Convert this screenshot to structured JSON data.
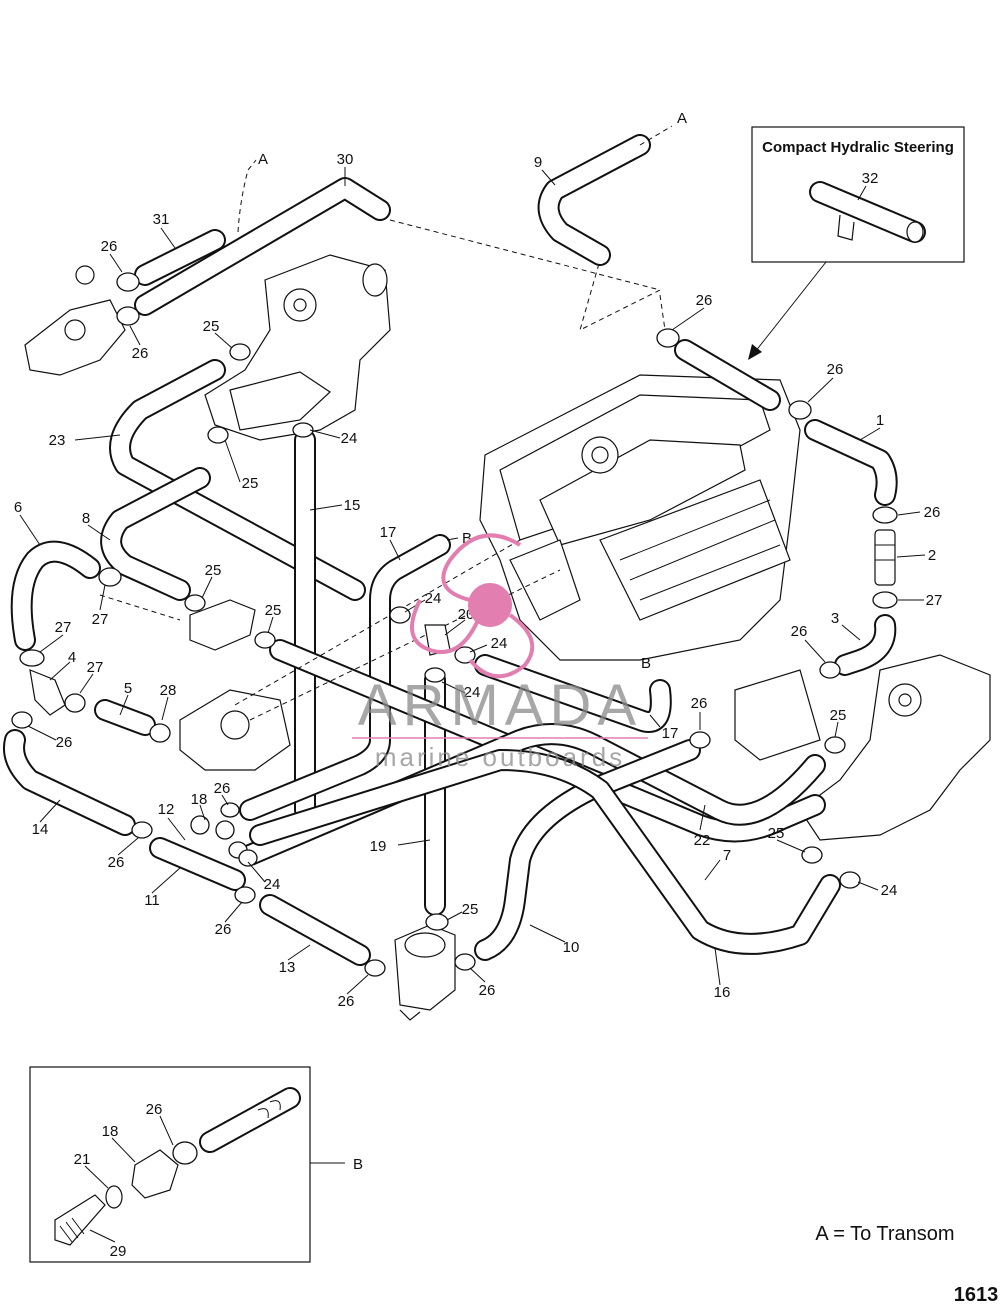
{
  "inset_compact": {
    "title": "Compact Hydralic Steering",
    "part": "32"
  },
  "inset_b": {
    "parts": [
      "26",
      "18",
      "21",
      "29"
    ],
    "ref": "B"
  },
  "legend": "A = To Transom",
  "page_number": "1613",
  "watermark": {
    "brand": "ARMADA",
    "tagline": "marine outboards",
    "colors": {
      "logo": "#e27fb0",
      "text": "#8a8a8a"
    }
  },
  "ref_letters": [
    "A",
    "A",
    "B",
    "B"
  ],
  "callouts": [
    "1",
    "2",
    "3",
    "4",
    "5",
    "6",
    "7",
    "8",
    "9",
    "10",
    "11",
    "12",
    "13",
    "14",
    "15",
    "16",
    "17",
    "17",
    "18",
    "19",
    "20",
    "22",
    "23",
    "24",
    "24",
    "24",
    "24",
    "24",
    "24",
    "25",
    "25",
    "25",
    "25",
    "25",
    "25",
    "25",
    "26",
    "26",
    "26",
    "26",
    "26",
    "26",
    "26",
    "26",
    "26",
    "26",
    "26",
    "26",
    "26",
    "27",
    "27",
    "27",
    "27",
    "28",
    "30",
    "31"
  ]
}
